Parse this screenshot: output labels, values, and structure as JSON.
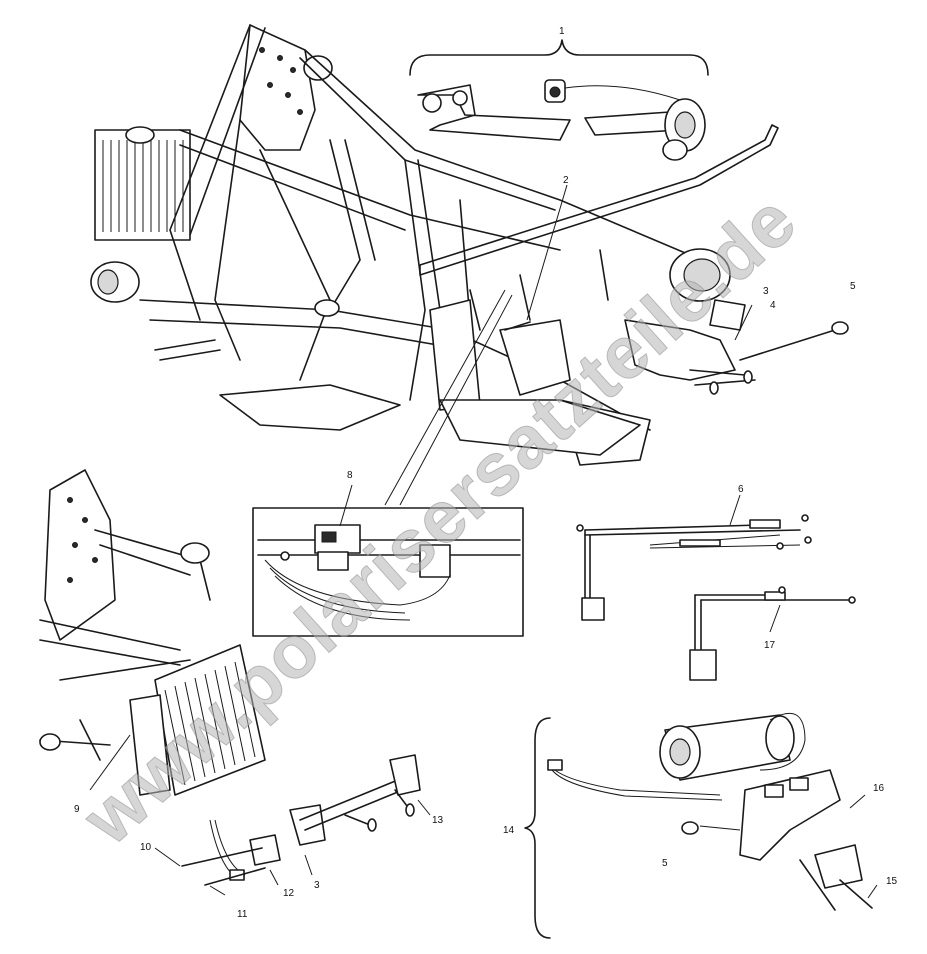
{
  "diagram": {
    "callouts": {
      "c1": "1",
      "c2": "2",
      "c3a": "3",
      "c4": "4",
      "c5a": "5",
      "c6": "6",
      "c8": "8",
      "c9": "9",
      "c10": "10",
      "c11": "11",
      "c12": "12",
      "c3b": "3",
      "c13": "13",
      "c14": "14",
      "c5b": "5",
      "c15": "15",
      "c16": "16",
      "c17": "17"
    },
    "watermark": "www.polarisersatzteile.de"
  }
}
